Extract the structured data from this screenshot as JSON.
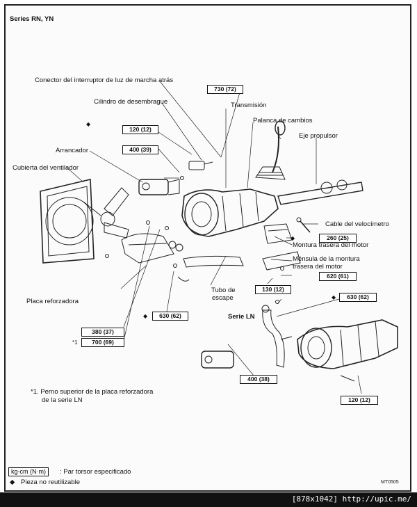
{
  "title": "Series RN, YN",
  "labels": {
    "reverse_switch": "Conector del interruptor de luz de marcha atrás",
    "clutch_cylinder": "Cilindro de desembrague",
    "transmission": "Transmisión",
    "shift_lever": "Palanca de cambios",
    "propeller_shaft": "Eje propulsor",
    "starter": "Arrancador",
    "fan_shroud": "Cubierta del ventilador",
    "speedo_cable": "Cable del velocímetro",
    "rear_mount": "Montura trasera del motor",
    "mount_bracket_1": "Ménsula de la montura",
    "mount_bracket_2": "trasera del motor",
    "stiffener_plate": "Placa reforzadora",
    "exhaust_1": "Tubo de",
    "exhaust_2": "escape",
    "serie_ln": "Serie LN",
    "footnote_mark": "*1",
    "footnote_1": "*1. Perno superior de la placa reforzadora",
    "footnote_2": "de la serie LN",
    "code": "MT0505"
  },
  "torques": {
    "t730": "730 (72)",
    "t120a": "120 (12)",
    "t400a": "400 (39)",
    "t260": "260 (25)",
    "t620": "620 (61)",
    "t130": "130 (12)",
    "t630a": "630 (62)",
    "t630b": "630 (62)",
    "t380": "380 (37)",
    "t700": "700 (69)",
    "t400b": "400 (38)",
    "t120b": "120 (12)"
  },
  "legend": {
    "unit_box": "kg-cm (N·m)",
    "unit_text": ": Par torsor especificado",
    "nonreuse_symbol": "◆",
    "nonreuse_text": "Pieza no reutilizable"
  },
  "watermark": "[878x1042] http://upic.me/"
}
